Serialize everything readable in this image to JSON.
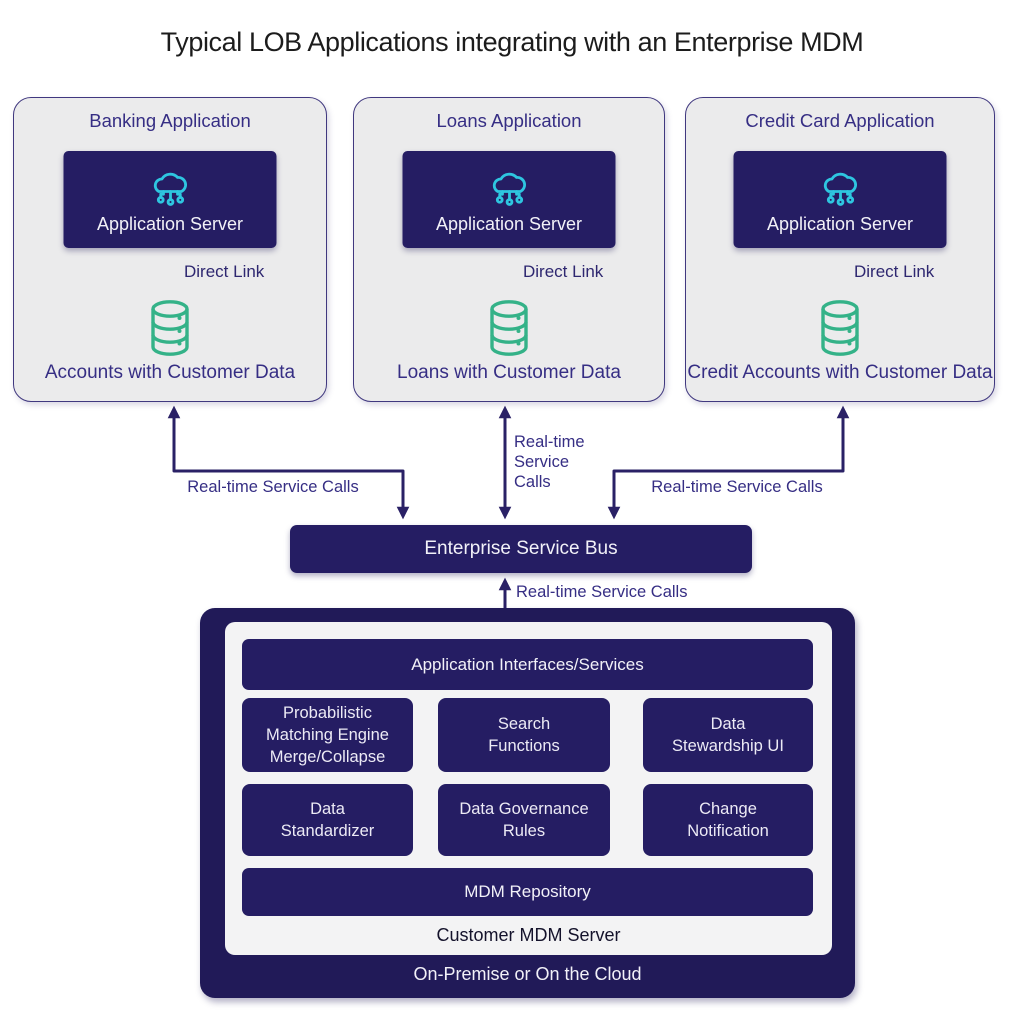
{
  "title": "Typical LOB Applications integrating with an Enterprise MDM",
  "apps": [
    {
      "title": "Banking Application",
      "server_label": "Application Server",
      "link_label": "Direct Link",
      "data_label": "Accounts with Customer Data"
    },
    {
      "title": "Loans Application",
      "server_label": "Application Server",
      "link_label": "Direct Link",
      "data_label": "Loans with Customer Data"
    },
    {
      "title": "Credit Card Application",
      "server_label": "Application Server",
      "link_label": "Direct Link",
      "data_label": "Credit Accounts with Customer Data"
    }
  ],
  "connections": {
    "left_label": "Real-time Service Calls",
    "middle_label": "Real-time\nService\nCalls",
    "right_label": "Real-time Service Calls",
    "esb_to_mdm_label": "Real-time Service Calls"
  },
  "esb": {
    "label": "Enterprise Service Bus"
  },
  "mdm": {
    "interfaces_label": "Application Interfaces/Services",
    "components": [
      "Probabilistic\nMatching Engine\nMerge/Collapse",
      "Search\nFunctions",
      "Data\nStewardship UI",
      "Data\nStandardizer",
      "Data Governance\nRules",
      "Change\nNotification"
    ],
    "repository_label": "MDM Repository",
    "server_label": "Customer MDM Server",
    "deployment_label": "On-Premise or On the Cloud"
  },
  "icons": {
    "cloud": "cloud-network-icon",
    "database": "database-icon"
  },
  "colors": {
    "navy": "#251d63",
    "navy_outer": "#211a58",
    "cyan": "#2ec6e0",
    "green": "#34b288",
    "indigo_text": "#362e84",
    "card_bg": "#ebebec",
    "card_border": "#40387f",
    "panel_bg": "#f3f3f4"
  }
}
